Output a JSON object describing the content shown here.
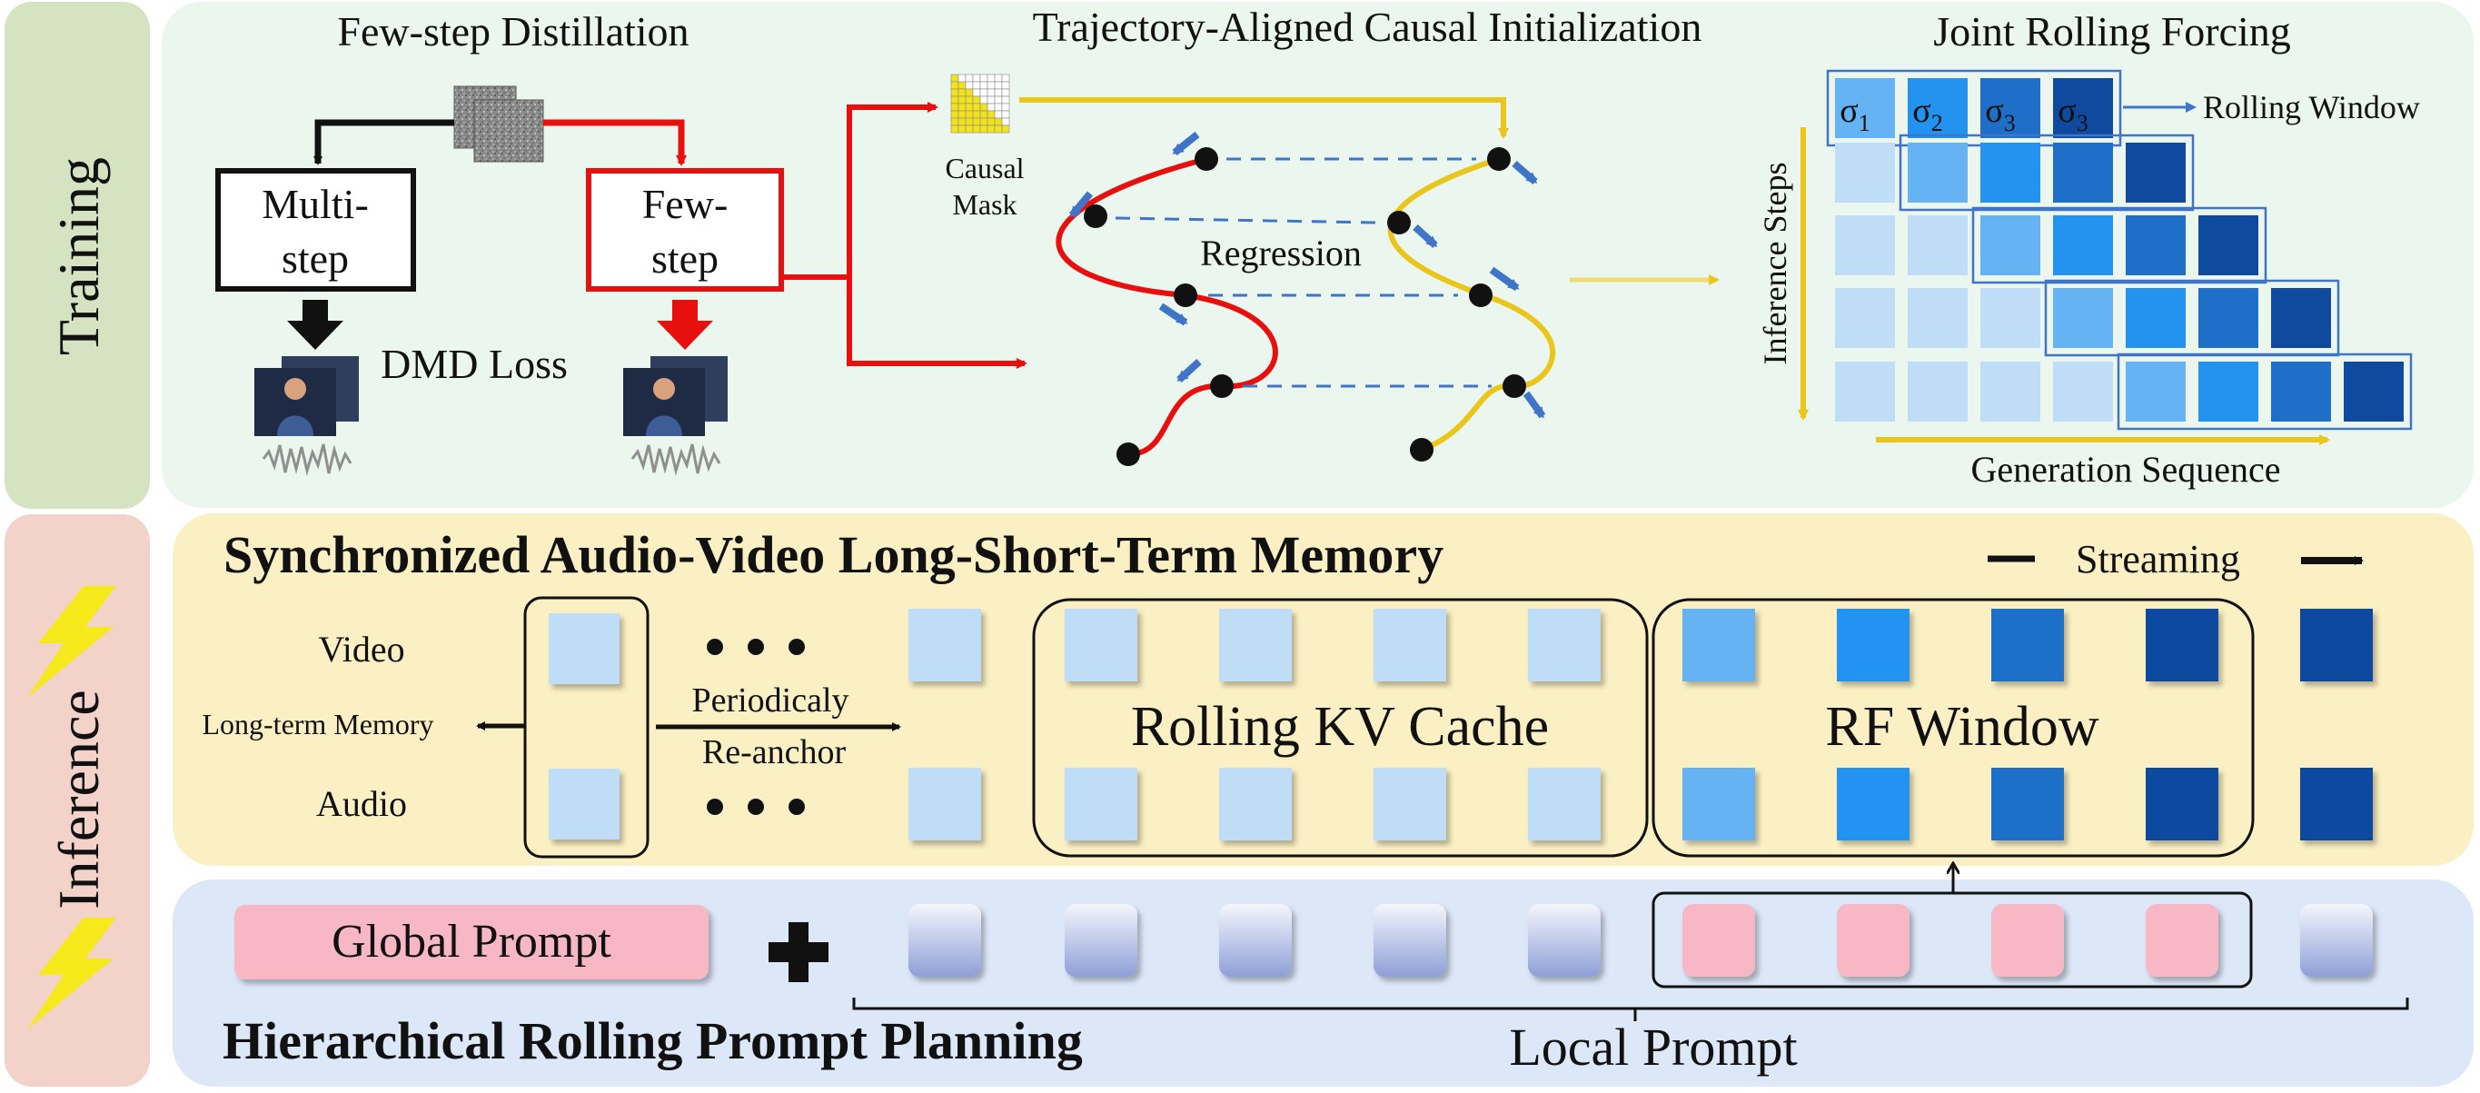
{
  "side_labels": {
    "training": "Training",
    "inference": "Inference"
  },
  "distill": {
    "title": "Few-step Distillation",
    "multi_line1": "Multi-",
    "multi_line2": "step",
    "few_line1": "Few-",
    "few_line2": "step",
    "dmd_loss": "DMD Loss"
  },
  "init": {
    "title": "Trajectory-Aligned Causal Initialization",
    "mask_line1": "Causal",
    "mask_line2": "Mask",
    "regression": "Regression"
  },
  "forcing": {
    "title": "Joint Rolling Forcing",
    "rolling_window": "Rolling Window",
    "inference_steps": "Inference Steps",
    "generation_sequence": "Generation Sequence",
    "sigma_labels": [
      "1",
      "2",
      "3",
      "3"
    ],
    "shade_lightest": "#BFDDF6",
    "shade_light": "#65B3F2",
    "shade_mid": "#2493F0",
    "shade_dark": "#1F6FC8",
    "shade_darkest": "#0F4A9E"
  },
  "memory": {
    "title": "Synchronized Audio-Video Long-Short-Term Memory",
    "streaming": "Streaming",
    "video": "Video",
    "audio": "Audio",
    "long_term": "Long-term Memory",
    "reanchor_line1": "Periodicaly",
    "reanchor_line2": "Re-anchor",
    "kv_cache": "Rolling KV Cache",
    "rf_window": "RF Window",
    "window_colors": [
      "#65B3F2",
      "#2493F0",
      "#1F6FC8",
      "#0F4A9E"
    ],
    "trailing_color": "#0F4A9E"
  },
  "prompt": {
    "global": "Global Prompt",
    "title": "Hierarchical Rolling Prompt Planning",
    "local": "Local Prompt"
  },
  "colors": {
    "training_bg": "#EAF6EE",
    "inference_bg": "#FBF0C4",
    "prompt_bg": "#DCE7F8",
    "side_training": "#D5E3C2",
    "side_inference": "#F2D2C9",
    "red": "#E8100E",
    "yellow": "#E9C619",
    "pink": "#F7B7C5"
  }
}
